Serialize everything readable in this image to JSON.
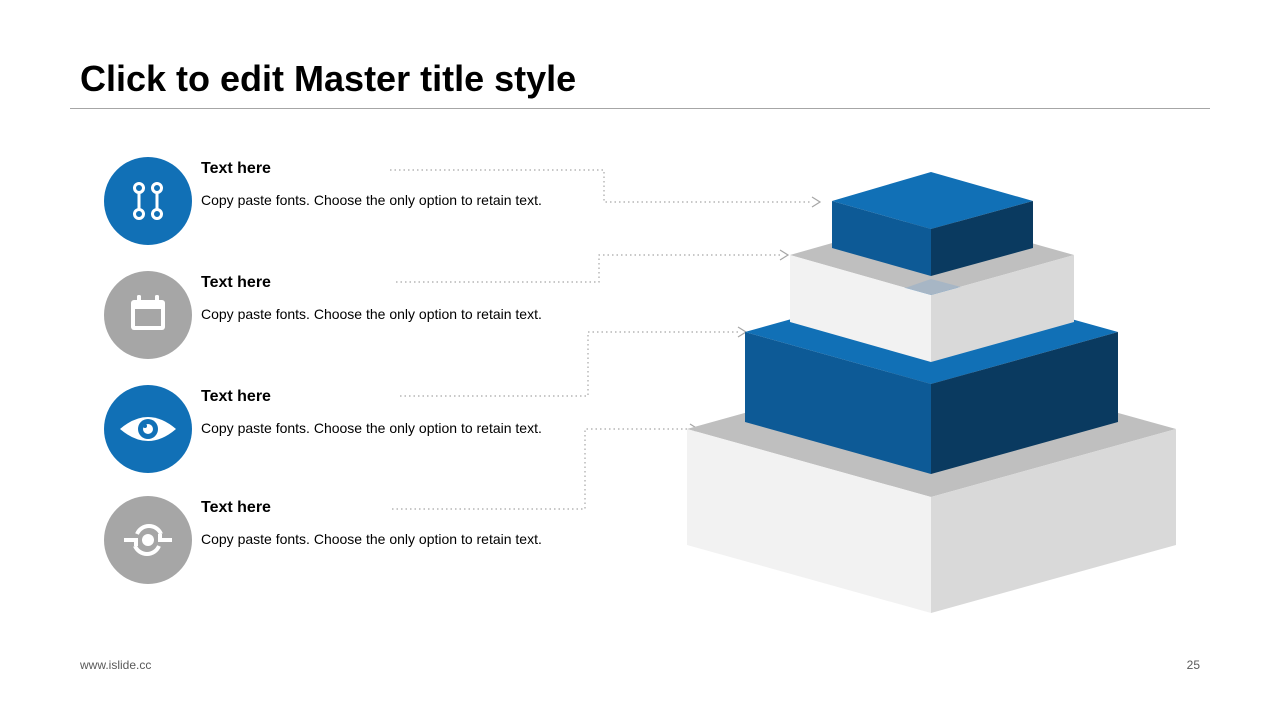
{
  "slide": {
    "title": "Click to edit Master title style",
    "footer_url": "www.islide.cc",
    "page_number": "25"
  },
  "colors": {
    "primary_blue": "#1170b6",
    "gray": "#a6a6a6",
    "rule": "#a6a6a6"
  },
  "items": [
    {
      "heading": "Text here",
      "body": "Copy paste fonts. Choose the only option to retain text.",
      "icon": "route-icon",
      "color": "#1170b6"
    },
    {
      "heading": "Text here",
      "body": "Copy paste fonts. Choose the only option to retain text.",
      "icon": "calendar-icon",
      "color": "#a6a6a6"
    },
    {
      "heading": "Text here",
      "body": "Copy paste fonts. Choose the only option to retain text.",
      "icon": "eye-icon",
      "color": "#1170b6"
    },
    {
      "heading": "Text here",
      "body": "Copy paste fonts. Choose the only option to retain text.",
      "icon": "sync-icon",
      "color": "#a6a6a6"
    }
  ]
}
